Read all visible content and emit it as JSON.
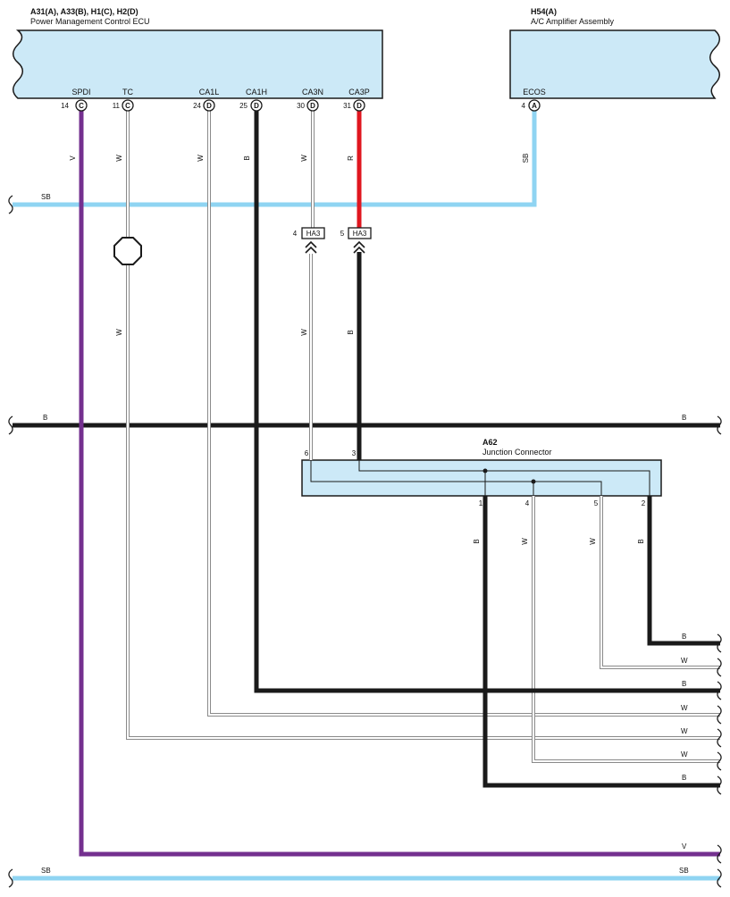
{
  "ecu": {
    "title": "A31(A), A33(B), H1(C), H2(D)",
    "subtitle": "Power Management Control ECU",
    "pins": [
      {
        "name": "SPDI",
        "num": "14",
        "connector": "C"
      },
      {
        "name": "TC",
        "num": "11",
        "connector": "C"
      },
      {
        "name": "CA1L",
        "num": "24",
        "connector": "D"
      },
      {
        "name": "CA1H",
        "num": "25",
        "connector": "D"
      },
      {
        "name": "CA3N",
        "num": "30",
        "connector": "D"
      },
      {
        "name": "CA3P",
        "num": "31",
        "connector": "D"
      }
    ]
  },
  "amp": {
    "title": "H54(A)",
    "subtitle": "A/C Amplifier Assembly",
    "pins": [
      {
        "name": "ECOS",
        "num": "4",
        "connector": "A"
      }
    ]
  },
  "junction": {
    "title": "A62",
    "subtitle": "Junction Connector",
    "pins": [
      "6",
      "3",
      "1",
      "4",
      "5",
      "2"
    ]
  },
  "ha3": {
    "label": "HA3",
    "pins": [
      "4",
      "5"
    ]
  },
  "wire_labels": {
    "spdi": "V",
    "tc_upper": "W",
    "ca1l": "W",
    "ca1h": "B",
    "ca3n_upper": "W",
    "ca3p_upper": "R",
    "ecos": "SB",
    "sb_top": "SB",
    "tc_lower": "W",
    "ca3n_lower": "W",
    "ca3p_lower": "B",
    "b_bus_left": "B",
    "b_bus_right": "B",
    "j1": "B",
    "j4": "W",
    "j5": "W",
    "j2": "B",
    "r1": "B",
    "r2": "W",
    "r3": "B",
    "r4": "W",
    "r5": "W",
    "r6": "W",
    "r7": "B",
    "r8": "V",
    "sb_bottom_left": "SB",
    "sb_bottom_right": "SB"
  },
  "colors": {
    "box_fill": "#cce9f7",
    "sky_blue": "#8fd4f2",
    "violet": "#74308f",
    "red": "#e0161f",
    "black": "#1a1a1a",
    "white_wire": "#9a9a9a"
  }
}
